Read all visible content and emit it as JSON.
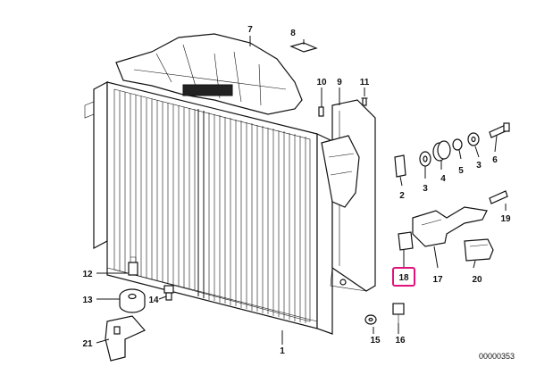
{
  "diagram": {
    "highlight_color": "#e0137a",
    "highlighted_label": "18",
    "labels": {
      "l1": "1",
      "l2": "2",
      "l3a": "3",
      "l3b": "3",
      "l4": "4",
      "l5": "5",
      "l6": "6",
      "l7": "7",
      "l8": "8",
      "l9": "9",
      "l10": "10",
      "l11": "11",
      "l12": "12",
      "l13": "13",
      "l14": "14",
      "l15": "15",
      "l16": "16",
      "l17": "17",
      "l18": "18",
      "l19": "19",
      "l20": "20",
      "l21": "21"
    },
    "drawing_code": "00000353"
  }
}
